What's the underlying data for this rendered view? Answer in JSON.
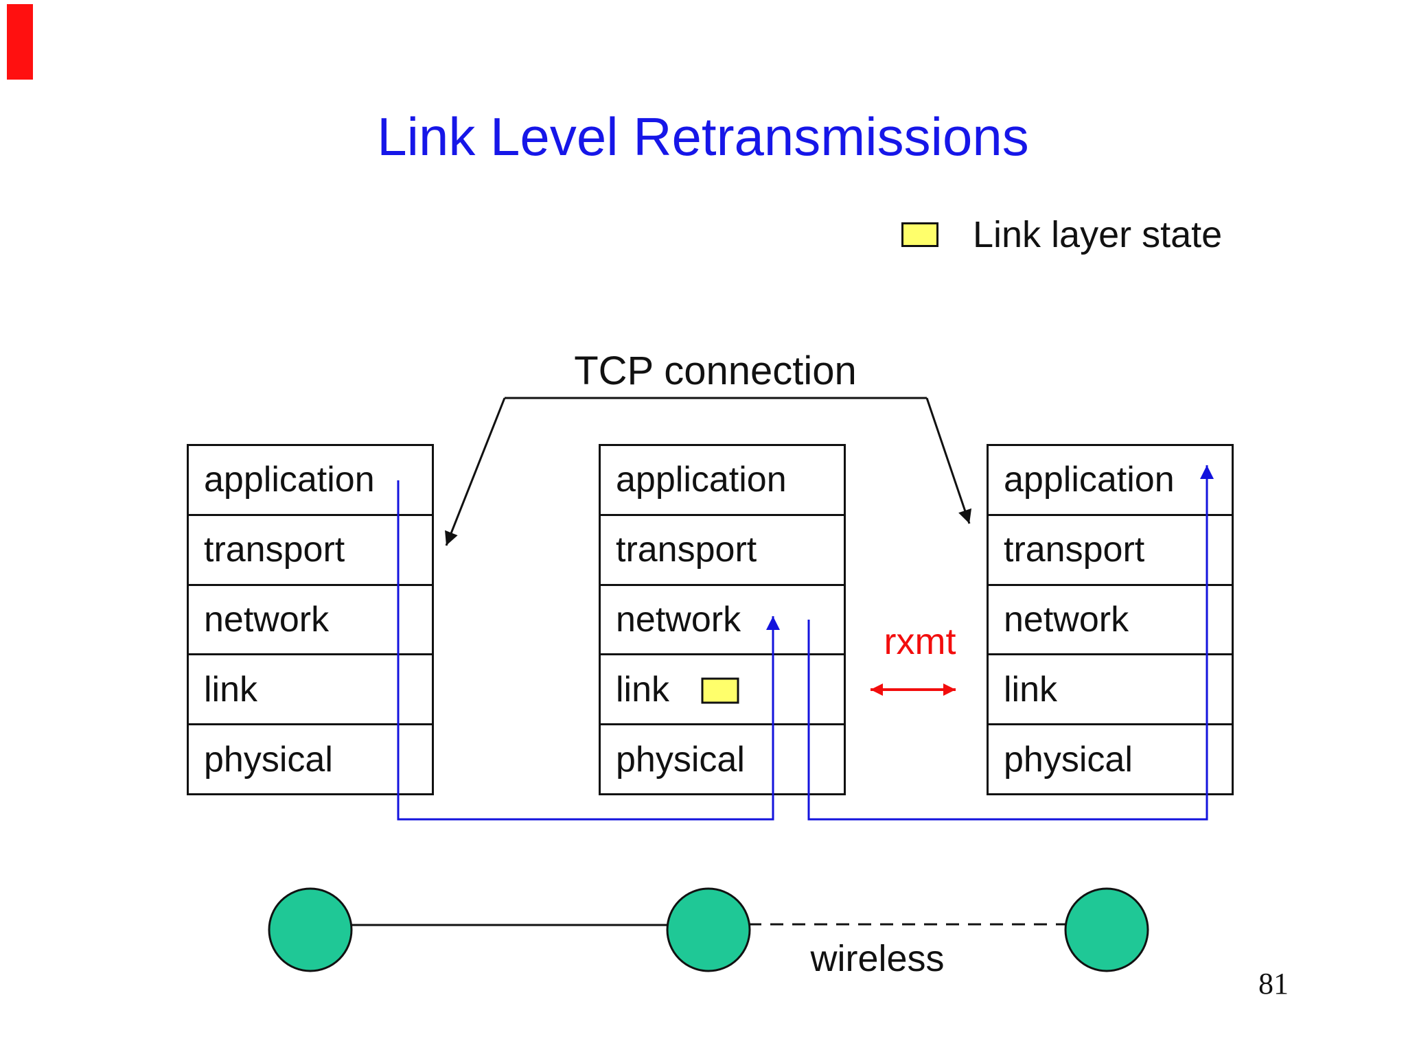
{
  "slide": {
    "title": "Link Level Retransmissions",
    "page_number": "81"
  },
  "legend": {
    "label": "Link layer state"
  },
  "labels": {
    "tcp_connection": "TCP connection",
    "rxmt": "rxmt",
    "wireless": "wireless"
  },
  "stack_layers": [
    "application",
    "transport",
    "network",
    "link",
    "physical"
  ],
  "colors": {
    "title_blue": "#1616e8",
    "line_blue": "#1313dd",
    "red": "#f20d0d",
    "node_green": "#1fc896",
    "state_yellow": "#ffff6b",
    "marker_red": "#ff1010",
    "ink": "#111111"
  }
}
